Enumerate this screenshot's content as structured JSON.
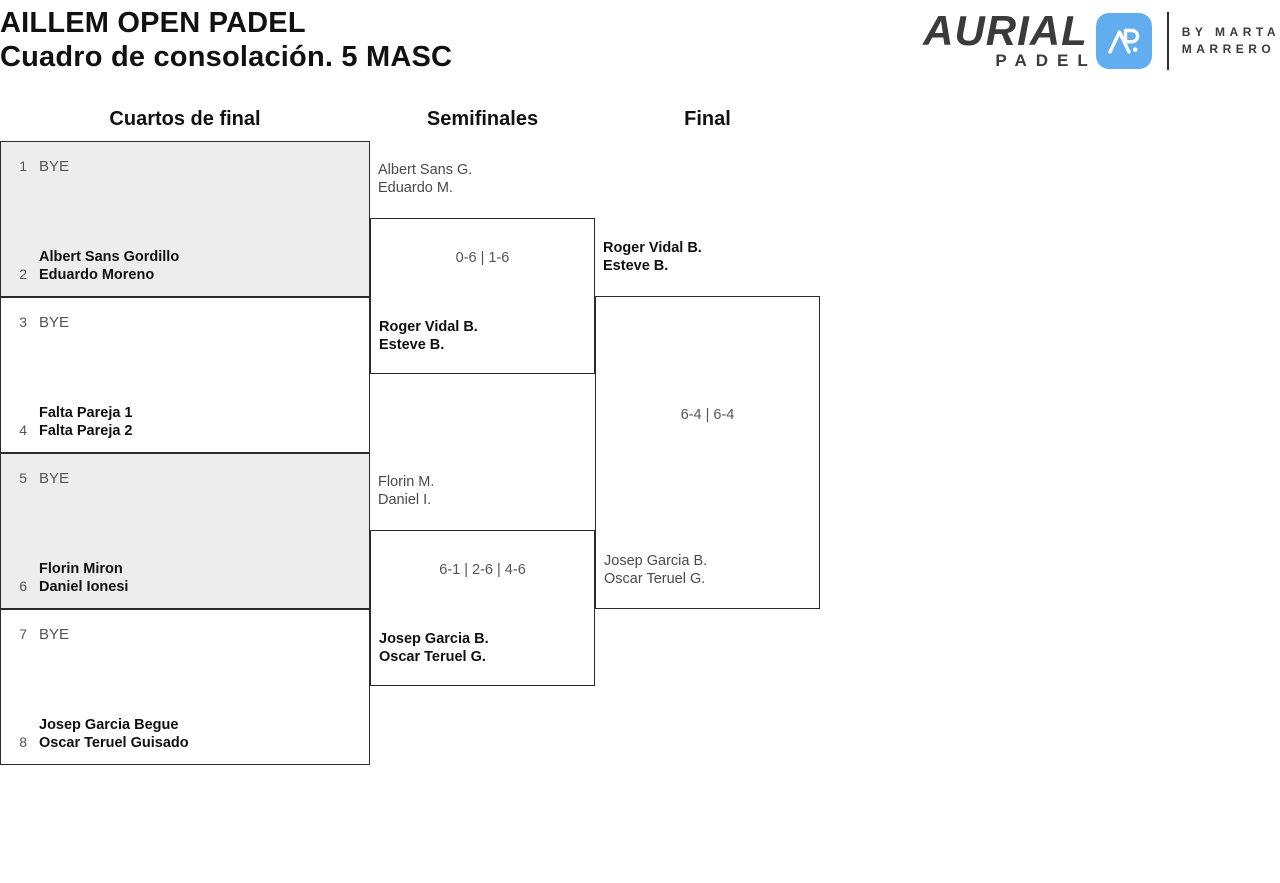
{
  "header": {
    "tournament": "AILLEM OPEN PADEL",
    "subtitle": "Cuadro de consolación. 5 MASC",
    "logo": {
      "brand": "AURIAL",
      "sub": "PADEL",
      "mark_icon": "ap-monogram-icon",
      "by_line1": "BY MARTA",
      "by_line2": "MARRERO",
      "mark_color": "#62adef",
      "text_color": "#3b3b3b"
    }
  },
  "rounds": [
    {
      "label": "Cuartos de final"
    },
    {
      "label": "Semifinales"
    },
    {
      "label": "Final"
    }
  ],
  "quarterfinals": [
    {
      "shaded": true,
      "top": {
        "seed": "1",
        "lines": [
          "BYE"
        ],
        "state": "bye"
      },
      "bottom": {
        "seed": "2",
        "lines": [
          "Albert Sans Gordillo",
          "Eduardo Moreno"
        ],
        "state": "winner"
      }
    },
    {
      "shaded": false,
      "top": {
        "seed": "3",
        "lines": [
          "BYE"
        ],
        "state": "bye"
      },
      "bottom": {
        "seed": "4",
        "lines": [
          "Falta Pareja 1",
          "Falta Pareja 2"
        ],
        "state": "winner"
      }
    },
    {
      "shaded": true,
      "top": {
        "seed": "5",
        "lines": [
          "BYE"
        ],
        "state": "bye"
      },
      "bottom": {
        "seed": "6",
        "lines": [
          "Florin Miron",
          "Daniel Ionesi"
        ],
        "state": "winner"
      }
    },
    {
      "shaded": false,
      "top": {
        "seed": "7",
        "lines": [
          "BYE"
        ],
        "state": "bye"
      },
      "bottom": {
        "seed": "8",
        "lines": [
          "Josep Garcia Begue",
          "Oscar Teruel Guisado"
        ],
        "state": "winner"
      }
    }
  ],
  "semifinals": [
    {
      "upper": {
        "lines": [
          "Albert Sans G.",
          "Eduardo M."
        ],
        "state": "loser"
      },
      "lower": {
        "lines": [
          "Roger Vidal B.",
          "Esteve B."
        ],
        "state": "winner"
      },
      "score": "0-6 | 1-6"
    },
    {
      "upper": {
        "lines": [
          "Florin M.",
          "Daniel I."
        ],
        "state": "loser"
      },
      "lower": {
        "lines": [
          "Josep Garcia B.",
          "Oscar Teruel G."
        ],
        "state": "winner"
      },
      "score": "6-1 | 2-6 | 4-6"
    }
  ],
  "final": {
    "upper": {
      "lines": [
        "Roger Vidal B.",
        "Esteve B."
      ],
      "state": "winner"
    },
    "lower": {
      "lines": [
        "Josep Garcia B.",
        "Oscar Teruel G."
      ],
      "state": "loser"
    },
    "score": "6-4 | 6-4"
  }
}
